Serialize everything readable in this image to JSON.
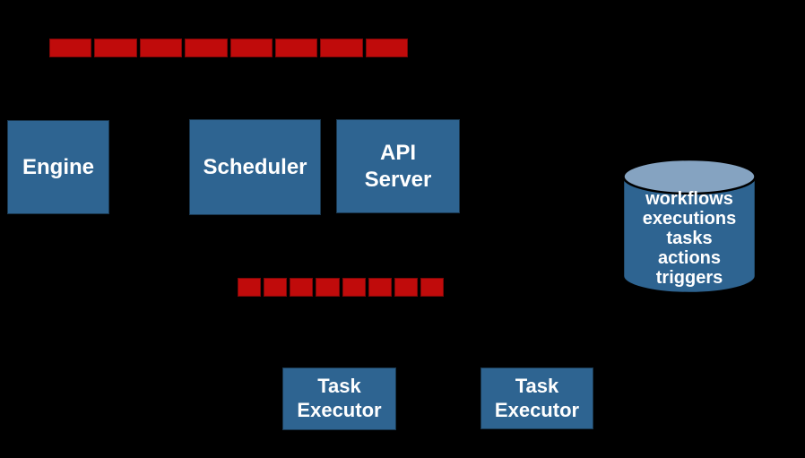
{
  "colors": {
    "background": "#000000",
    "box_blue": "#2e6491",
    "queue_red": "#c00b0b",
    "cylinder_top_blue": "#85a3c1",
    "label_white": "#ffffff"
  },
  "queues": {
    "top": {
      "segment_count": 8
    },
    "bottom": {
      "segment_count": 8
    }
  },
  "components": {
    "engine": {
      "label": "Engine"
    },
    "scheduler": {
      "label": "Scheduler"
    },
    "api_server": {
      "label": "API\nServer"
    },
    "task_executor_1": {
      "label": "Task\nExecutor"
    },
    "task_executor_2": {
      "label": "Task\nExecutor"
    }
  },
  "datastore": {
    "items": [
      "workflows",
      "executions",
      "tasks",
      "actions",
      "triggers"
    ]
  }
}
